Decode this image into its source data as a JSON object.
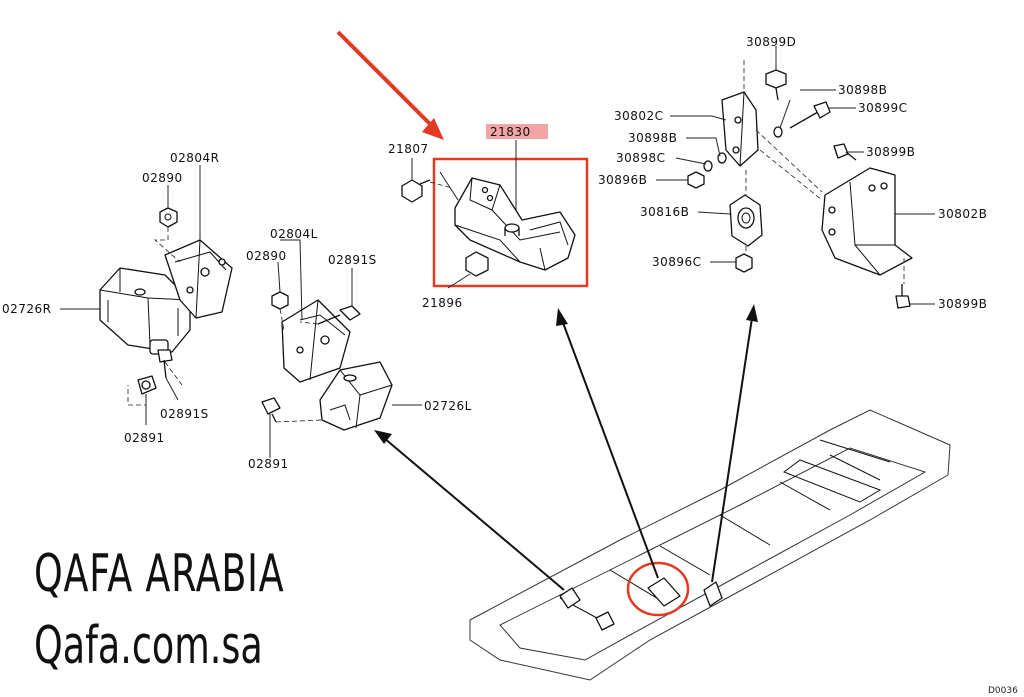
{
  "labels": {
    "p02804R": "02804R",
    "p02890a": "02890",
    "p02726R": "02726R",
    "p02891Sa": "02891S",
    "p02891a": "02891",
    "p02804L": "02804L",
    "p02890b": "02890",
    "p02891Sb": "02891S",
    "p02726L": "02726L",
    "p02891b": "02891",
    "p21807": "21807",
    "p21830": "21830",
    "p21896": "21896",
    "p30899D": "30899D",
    "p30898Ba": "30898B",
    "p30899C": "30899C",
    "p30802C": "30802C",
    "p30898Bb": "30898B",
    "p30898C": "30898C",
    "p30896Ba": "30896B",
    "p30899Ba": "30899B",
    "p30816B": "30816B",
    "p30802B": "30802B",
    "p30896C": "30896C",
    "p30899Bb": "30899B"
  },
  "brand": {
    "name": "QAFA ARABIA",
    "site": "Qafa.com.sa"
  },
  "diagram_code": "D0036",
  "colors": {
    "highlight": "#e23a24",
    "label_highlight_bg": "#f3a5a5",
    "line": "#222222"
  }
}
